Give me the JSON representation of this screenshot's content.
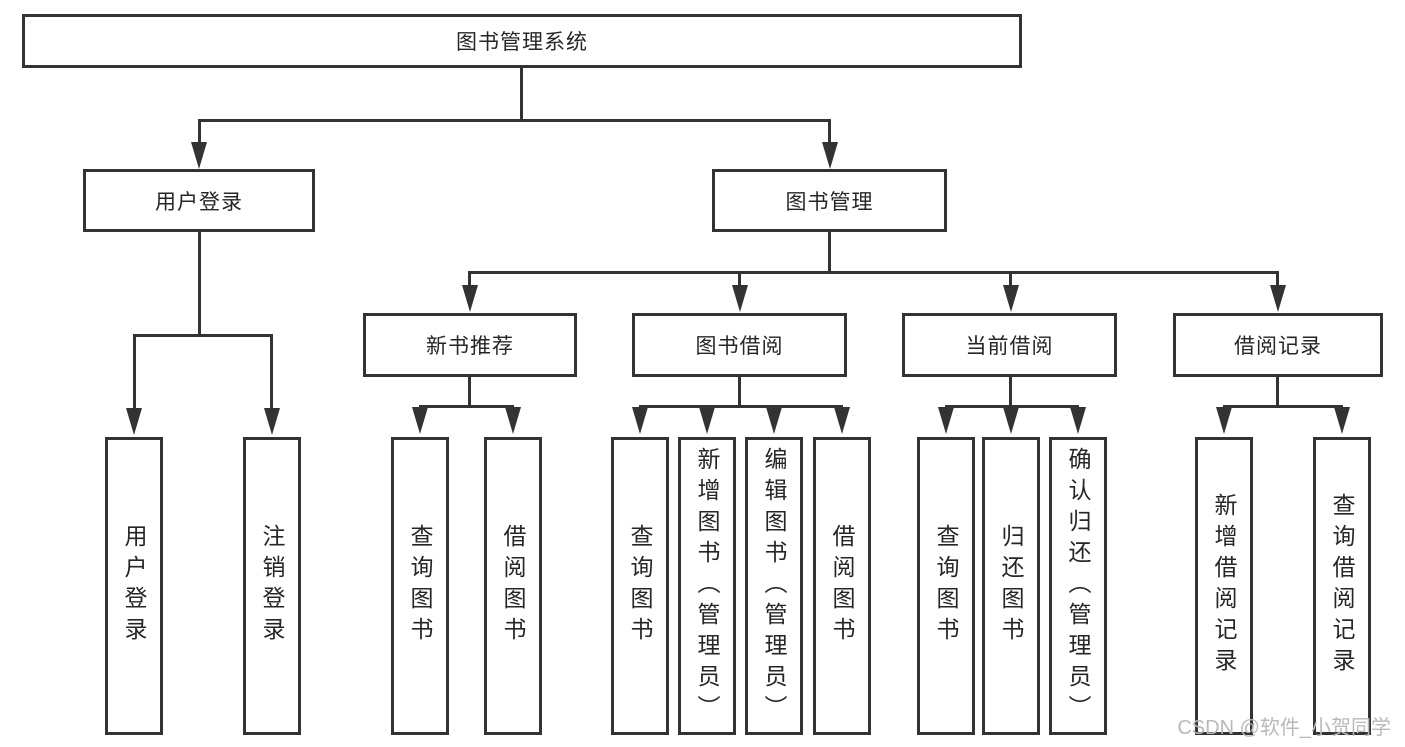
{
  "colors": {
    "line": "#333333",
    "box_border": "#333333",
    "box_fill": "#ffffff",
    "text": "#262626",
    "watermark": "#b9b9b9"
  },
  "tree": {
    "root": {
      "label": "图书管理系统",
      "children": [
        {
          "label": "用户登录",
          "children": [
            {
              "label": "用户登录"
            },
            {
              "label": "注销登录"
            }
          ]
        },
        {
          "label": "图书管理",
          "children": [
            {
              "label": "新书推荐",
              "children": [
                {
                  "label": "查询图书"
                },
                {
                  "label": "借阅图书"
                }
              ]
            },
            {
              "label": "图书借阅",
              "children": [
                {
                  "label": "查询图书"
                },
                {
                  "label": "新增图书（管理员）"
                },
                {
                  "label": "编辑图书（管理员）"
                },
                {
                  "label": "借阅图书"
                }
              ]
            },
            {
              "label": "当前借阅",
              "children": [
                {
                  "label": "查询图书"
                },
                {
                  "label": "归还图书"
                },
                {
                  "label": "确认归还（管理员）"
                }
              ]
            },
            {
              "label": "借阅记录",
              "children": [
                {
                  "label": "新增借阅记录"
                },
                {
                  "label": "查询借阅记录"
                }
              ]
            }
          ]
        }
      ]
    }
  },
  "watermark": {
    "text": "CSDN @软件_小贺同学"
  }
}
